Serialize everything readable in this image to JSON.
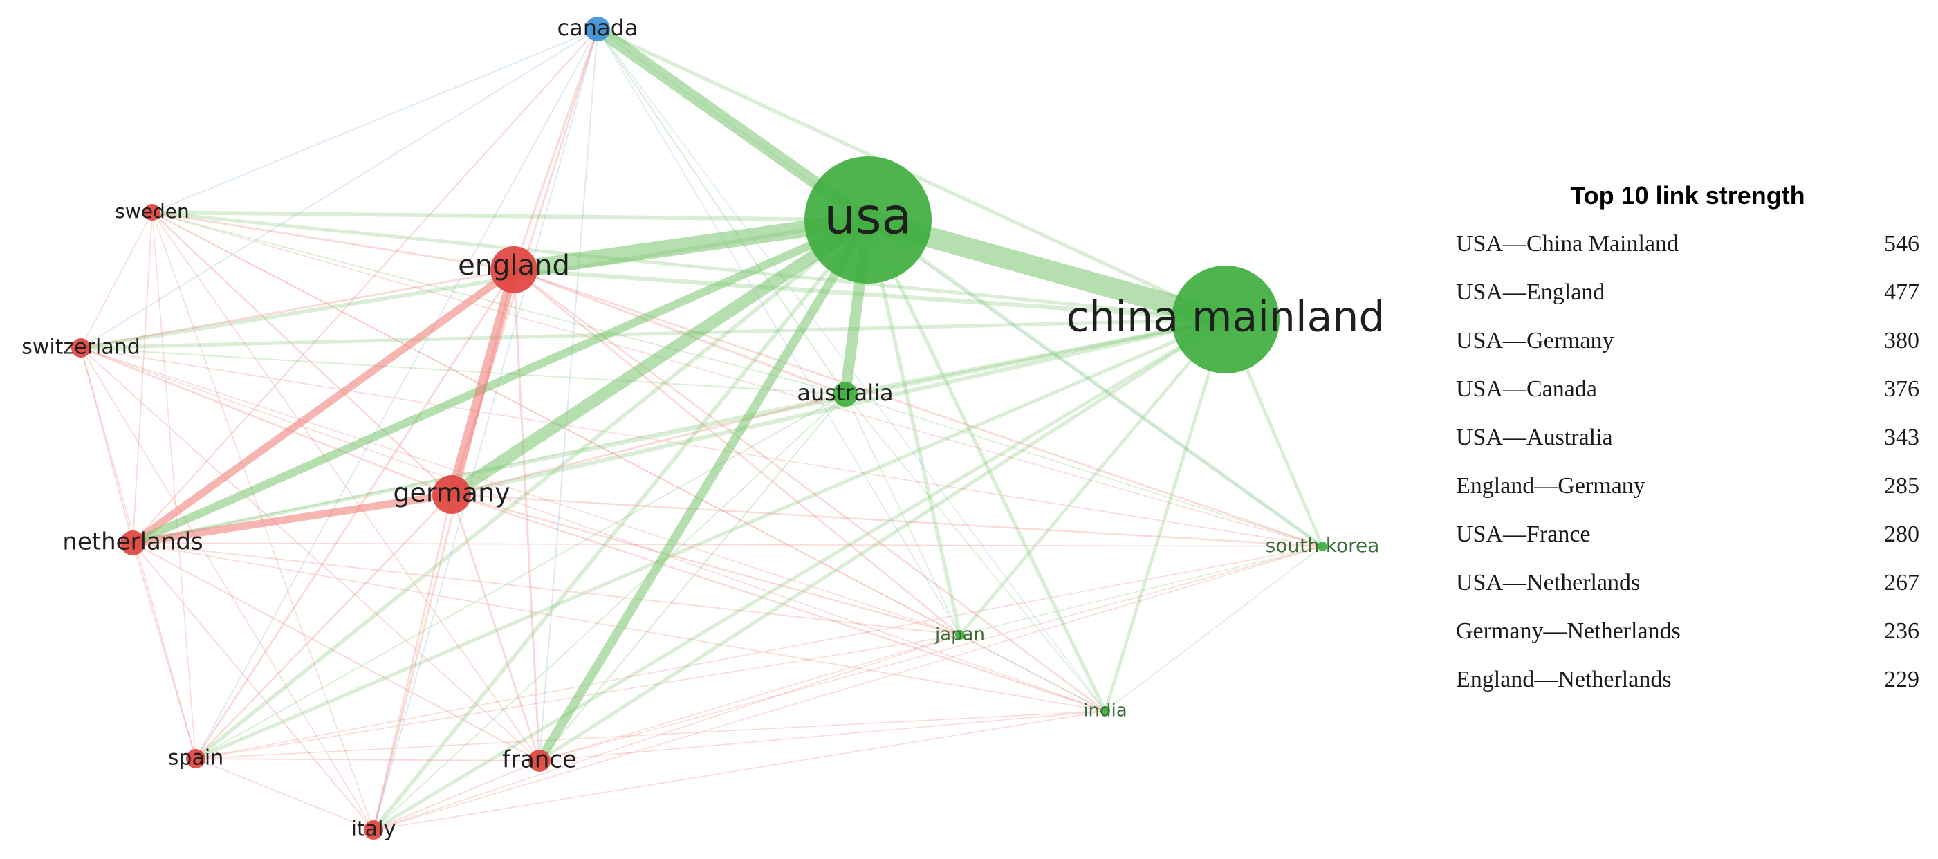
{
  "colors": {
    "red_cluster": "#e0443f",
    "green_cluster": "#3fae3f",
    "blue_cluster": "#3c8fd8",
    "red_link": "#f07a72",
    "green_link": "#79c56d",
    "blue_link": "#7fb2e3"
  },
  "network": {
    "nodes": [
      {
        "id": "usa",
        "label": "usa",
        "cluster": "green",
        "weight": 10
      },
      {
        "id": "china",
        "label": "china mainland",
        "cluster": "green",
        "weight": 8.5
      },
      {
        "id": "australia",
        "label": "australia",
        "cluster": "green",
        "weight": 2.2
      },
      {
        "id": "japan",
        "label": "japan",
        "cluster": "green",
        "weight": 1.1
      },
      {
        "id": "india",
        "label": "india",
        "cluster": "green",
        "weight": 1
      },
      {
        "id": "southkorea",
        "label": "south korea",
        "cluster": "green",
        "weight": 1
      },
      {
        "id": "canada",
        "label": "canada",
        "cluster": "blue",
        "weight": 2
      },
      {
        "id": "england",
        "label": "england",
        "cluster": "red",
        "weight": 4
      },
      {
        "id": "germany",
        "label": "germany",
        "cluster": "red",
        "weight": 3.6
      },
      {
        "id": "netherlands",
        "label": "netherlands",
        "cluster": "red",
        "weight": 2.2
      },
      {
        "id": "france",
        "label": "france",
        "cluster": "red",
        "weight": 2
      },
      {
        "id": "switzerland",
        "label": "switzerland",
        "cluster": "red",
        "weight": 1.6
      },
      {
        "id": "sweden",
        "label": "sweden",
        "cluster": "red",
        "weight": 1.4
      },
      {
        "id": "spain",
        "label": "spain",
        "cluster": "red",
        "weight": 1.6
      },
      {
        "id": "italy",
        "label": "italy",
        "cluster": "red",
        "weight": 1.6
      }
    ]
  },
  "panel": {
    "title": "Top 10 link strength",
    "rows": [
      {
        "pair": "USA—China Mainland",
        "value": "546"
      },
      {
        "pair": "USA—England",
        "value": "477"
      },
      {
        "pair": "USA—Germany",
        "value": "380"
      },
      {
        "pair": "USA—Canada",
        "value": "376"
      },
      {
        "pair": "USA—Australia",
        "value": "343"
      },
      {
        "pair": "England—Germany",
        "value": "285"
      },
      {
        "pair": "USA—France",
        "value": "280"
      },
      {
        "pair": "USA—Netherlands",
        "value": "267"
      },
      {
        "pair": "Germany—Netherlands",
        "value": "236"
      },
      {
        "pair": "England—Netherlands",
        "value": "229"
      }
    ]
  }
}
